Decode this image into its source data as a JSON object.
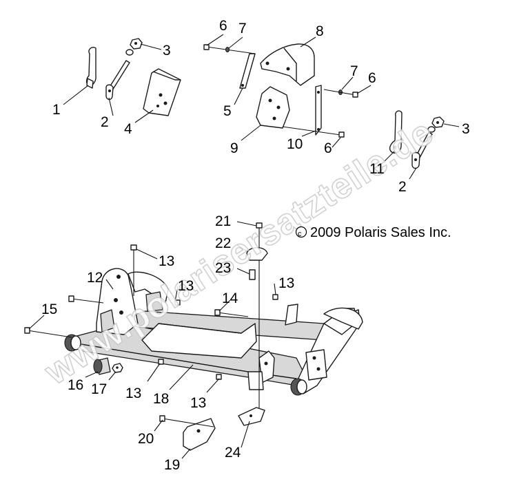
{
  "diagram": {
    "copyright_symbol": "©",
    "copyright_text": "2009 Polaris Sales Inc.",
    "watermark": "www.polarisersatzteile.de",
    "callouts": {
      "c1": "1",
      "c2a": "2",
      "c3a": "3",
      "c4": "4",
      "c5": "5",
      "c6a": "6",
      "c7a": "7",
      "c8": "8",
      "c7b": "7",
      "c6b": "6",
      "c9": "9",
      "c10": "10",
      "c6c": "6",
      "c3b": "3",
      "c11": "11",
      "c2b": "2",
      "c21": "21",
      "c22": "22",
      "c13a": "13",
      "c23": "23",
      "c12": "12",
      "c13b": "13",
      "c13c": "13",
      "c14": "14",
      "c15": "15",
      "c16": "16",
      "c17": "17",
      "c13d": "13",
      "c18": "18",
      "c13e": "13",
      "c20": "20",
      "c24": "24",
      "c19": "19"
    }
  }
}
